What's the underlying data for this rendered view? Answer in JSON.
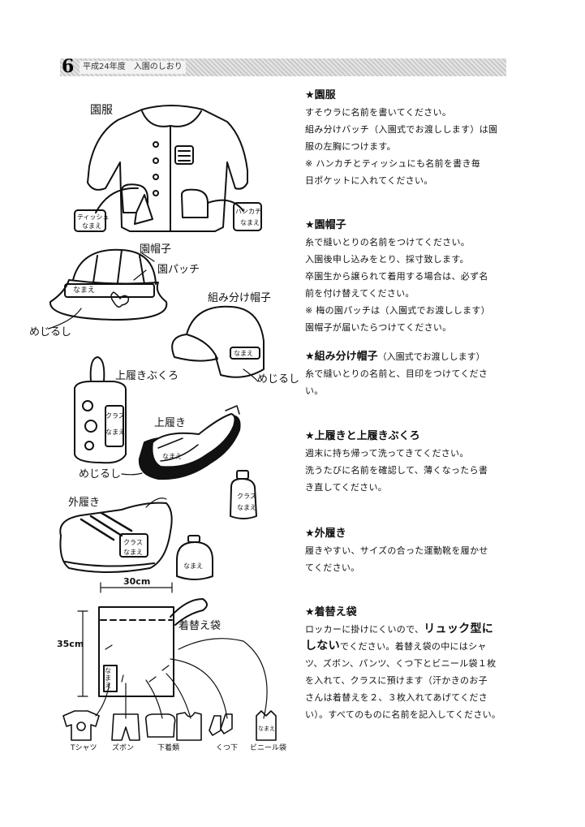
{
  "header": {
    "page_number": "6",
    "title": "平成24年度　入園のしおり"
  },
  "labels": {
    "uniform": "園服",
    "tissue_tag": "ティッシュ",
    "tissue_name": "なまえ",
    "hanky_tag": "ハンカチ",
    "hanky_name": "なまえ",
    "hat": "園帽子",
    "badge": "園パッチ",
    "hat_name": "なまえ",
    "mark1": "めじるし",
    "group_hat": "組み分け帽子",
    "group_hat_name": "なまえ",
    "mark2": "めじるし",
    "shoebag": "上履きぶくろ",
    "shoebag_class": "クラス",
    "shoebag_name": "なまえ",
    "indoor_shoes": "上履き",
    "indoor_shoes_name": "なまえ",
    "mark3": "めじるし",
    "bottle1_class": "クラス",
    "bottle1_name": "なまえ",
    "outdoor_shoes": "外履き",
    "outdoor_class": "クラス",
    "outdoor_name": "なまえ",
    "bottle2_name": "なまえ",
    "width": "30cm",
    "height": "35cm",
    "change_bag": "着替え袋",
    "bag_name": "なまえ",
    "item_tshirt": "Tシャツ",
    "item_pants": "ズボン",
    "item_underwear": "下着類",
    "item_socks": "くつ下",
    "item_vinyl": "ビニール袋",
    "vinyl_name": "なまえ"
  },
  "sections": {
    "uniform": {
      "title": "★園服",
      "lines": [
        "すそウラに名前を書いてください。",
        "組み分けバッチ（入園式でお渡しします）は園",
        "服の左胸につけます。",
        "※ ハンカチとティッシュにも名前を書き毎",
        "日ポケットに入れてください。"
      ]
    },
    "hat": {
      "title": "★園帽子",
      "lines": [
        "糸で縫いとりの名前をつけてください。",
        "入園後申し込みをとり、採寸致します。",
        "卒園生から譲られて着用する場合は、必ず名",
        "前を付け替えてください。",
        "※ 梅の園パッチは（入園式でお渡しします）",
        "園帽子が届いたらつけてください。"
      ]
    },
    "group_hat": {
      "title": "★組み分け帽子",
      "subtitle": "（入園式でお渡しします）",
      "lines": [
        "糸で縫いとりの名前と、目印をつけてくださ",
        "い。"
      ]
    },
    "shoes": {
      "title": "★上履きと上履きぶくろ",
      "lines": [
        "週末に持ち帰って洗ってきてください。",
        "洗うたびに名前を確認して、薄くなったら書",
        "き直してください。"
      ]
    },
    "outdoor": {
      "title": "★外履き",
      "lines": [
        "履きやすい、サイズの合った運動靴を履かせ",
        "てください。"
      ]
    },
    "change": {
      "title": "★着替え袋",
      "line1_a": "ロッカーに掛けにくいので、",
      "line1_b": "リュック型に",
      "line2_a": "しない",
      "line2_b": "でください。着替え袋の中にはシャ",
      "lines": [
        "ツ、ズボン、パンツ、くつ下とビニール袋１枚",
        "を入れて、クラスに預けます（汗かきのお子",
        "さんは着替えを２、３枚入れてあげてくださ",
        "い）。すべてのものに名前を記入してください。"
      ]
    }
  }
}
